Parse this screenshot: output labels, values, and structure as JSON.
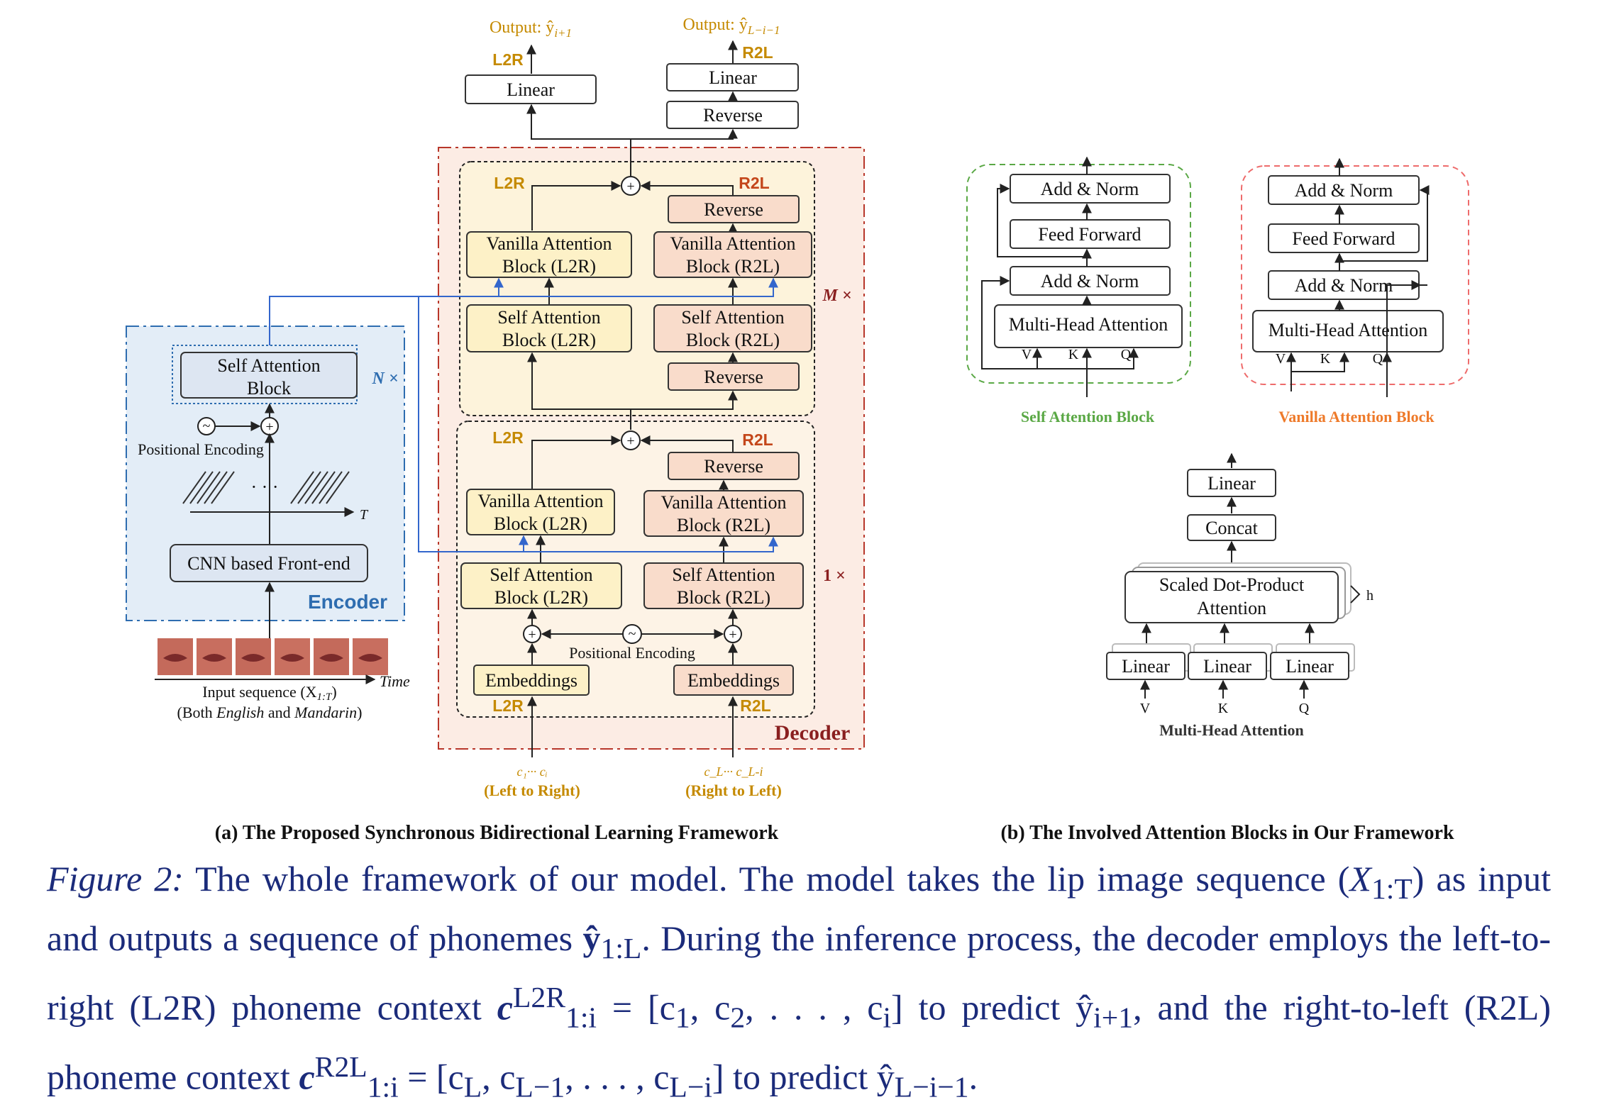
{
  "panel_a": {
    "subcaption": "(a) The Proposed Synchronous Bidirectional Learning Framework",
    "output_l2r": "Output: ŷ",
    "output_l2r_sub": "i+1",
    "output_r2l": "Output: ŷ",
    "output_r2l_sub": "L−i−1",
    "l2r": "L2R",
    "r2l": "R2L",
    "linear": "Linear",
    "reverse": "Reverse",
    "vanilla_l2r_1": "Vanilla Attention",
    "vanilla_l2r_2": "Block (L2R)",
    "vanilla_r2l_1": "Vanilla Attention",
    "vanilla_r2l_2": "Block (R2L)",
    "self_l2r_1": "Self Attention",
    "self_l2r_2": "Block (L2R)",
    "self_r2l_1": "Self Attention",
    "self_r2l_2": "Block (R2L)",
    "m_times": "M ×",
    "one_times": "1 ×",
    "n_times": "N ×",
    "self_block_1": "Self Attention",
    "self_block_2": "Block",
    "positional_encoding": "Positional Encoding",
    "time_t": "T",
    "cnn_frontend": "CNN based Front-end",
    "encoder": "Encoder",
    "decoder": "Decoder",
    "embeddings": "Embeddings",
    "time": "Time",
    "input_seq": "Input sequence (X",
    "input_seq_sub": "1:T",
    "input_seq_end": ")",
    "both_lang_pre": "(Both ",
    "english": "English",
    "and": " and ",
    "mandarin": "Mandarin",
    "both_lang_post": ")",
    "ctx_l2r": "c₁··· cᵢ",
    "ctx_r2l": "c_L··· c_L-i",
    "left_to_right": "(Left to Right)",
    "right_to_left": "(Right to Left)"
  },
  "panel_b": {
    "subcaption": "(b) The Involved Attention Blocks in Our Framework",
    "add_norm": "Add & Norm",
    "feed_forward": "Feed Forward",
    "mha": "Multi-Head Attention",
    "v": "V",
    "k": "K",
    "q": "Q",
    "self_attention_block": "Self Attention Block",
    "vanilla_attention_block": "Vanilla Attention Block",
    "linear": "Linear",
    "concat": "Concat",
    "sdpa_1": "Scaled Dot-Product",
    "sdpa_2": "Attention",
    "h": "h",
    "mha_title": "Multi-Head Attention"
  },
  "colors": {
    "encoder_bg": "#e3edf7",
    "decoder_bg": "#fcece4",
    "self_block_green": "#5aa845",
    "vanilla_block_red": "#ee6b6b",
    "l2r_orange": "#c58a00",
    "r2l_orange": "#c4461a",
    "caption_navy": "#1b2b7a"
  },
  "caption": {
    "figure_label": "Figure 2:",
    "text_1": " The whole framework of our model.  The model takes the lip image sequence (",
    "x": "X",
    "x_sub": "1:T",
    "text_2": ") as input and outputs a sequence of phonemes ",
    "y": "ŷ",
    "y_sub": "1:L",
    "text_3": ". During the inference process, the decoder employs the left-to-right (L2R) phoneme context ",
    "c": "c",
    "c_sup_l2r": "L2R",
    "c_sub": "1:i",
    "text_4": " = [c",
    "text_4b": "1",
    "text_4c": ", c",
    "text_4d": "2",
    "text_4e": ", . . . , c",
    "text_4f": "i",
    "text_4g": "] to predict ŷ",
    "text_5_sub": "i+1",
    "text_6": ", and the right-to-left (R2L) phoneme context ",
    "c_sup_r2l": "R2L",
    "text_7": " = [c",
    "text_7b": "L",
    "text_7c": ", c",
    "text_7d": "L−1",
    "text_7e": ", . . . , c",
    "text_7f": "L−i",
    "text_7g": "] to predict ŷ",
    "text_8_sub": "L−i−1",
    "text_9": "."
  }
}
